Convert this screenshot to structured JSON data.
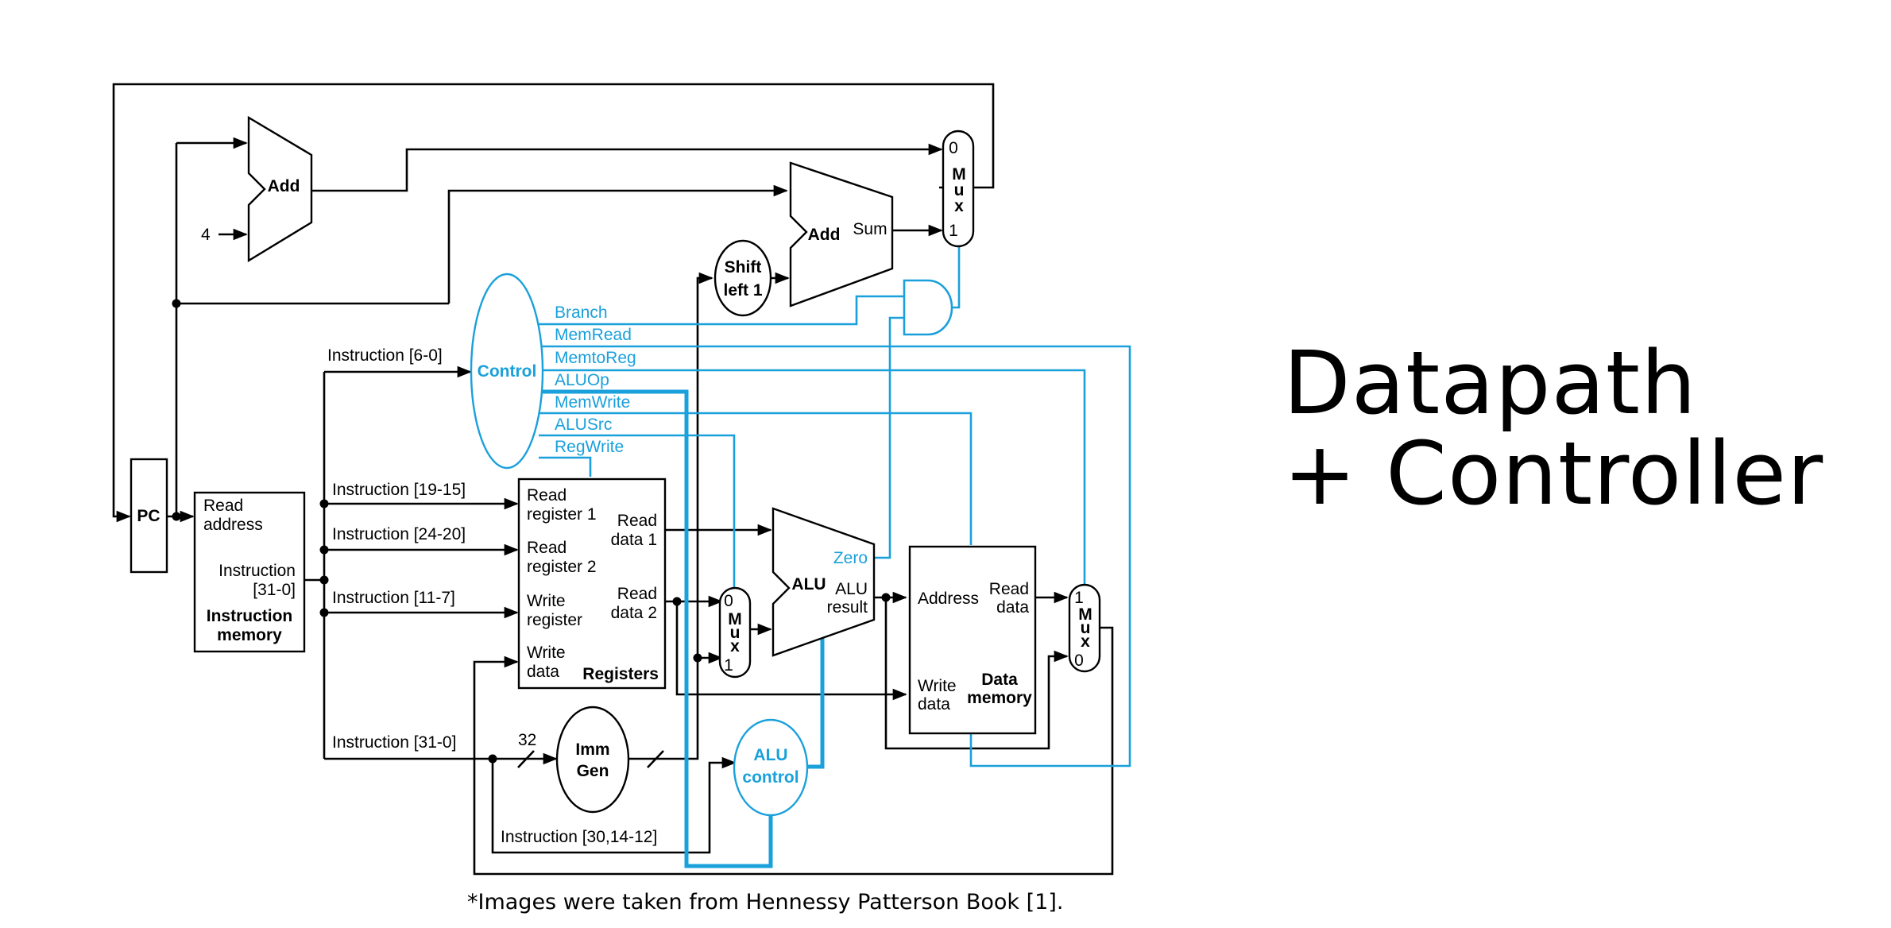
{
  "slide": {
    "title_line1": "Datapath",
    "title_line2": "+ Controller",
    "caption": "*Images were taken from Hennessy Patterson Book [1]."
  },
  "colors": {
    "control_signal": "#1aa0db",
    "datapath": "#000000",
    "background": "#ffffff"
  },
  "diagram": {
    "pc": "PC",
    "pc_adder": {
      "label": "Add",
      "constant": "4"
    },
    "branch_adder": {
      "label": "Add",
      "output": "Sum"
    },
    "shift_left": [
      "Shift",
      "left 1"
    ],
    "pc_mux": {
      "in0": "0",
      "letters": [
        "M",
        "u",
        "x"
      ],
      "in1": "1"
    },
    "control": "Control",
    "control_signals": [
      "Branch",
      "MemRead",
      "MemtoReg",
      "ALUOp",
      "MemWrite",
      "ALUSrc",
      "RegWrite"
    ],
    "instruction_fields": {
      "opcode": "Instruction [6-0]",
      "rs1": "Instruction [19-15]",
      "rs2": "Instruction [24-20]",
      "rd": "Instruction [11-7]",
      "full": "Instruction [31-0]",
      "funct": "Instruction [30,14-12]"
    },
    "instruction_memory": {
      "read_address": [
        "Read",
        "address"
      ],
      "instruction": [
        "Instruction",
        "[31-0]"
      ],
      "name": [
        "Instruction",
        "memory"
      ]
    },
    "registers": {
      "read_register_1": [
        "Read",
        "register 1"
      ],
      "read_register_2": [
        "Read",
        "register 2"
      ],
      "write_register": [
        "Write",
        "register"
      ],
      "write_data": [
        "Write",
        "data"
      ],
      "read_data_1": [
        "Read",
        "data 1"
      ],
      "read_data_2": [
        "Read",
        "data 2"
      ],
      "name": "Registers"
    },
    "alu_src_mux": {
      "in0": "0",
      "letters": [
        "M",
        "u",
        "x"
      ],
      "in1": "1"
    },
    "alu": {
      "label": "ALU",
      "zero": "Zero",
      "result": [
        "ALU",
        "result"
      ]
    },
    "alu_control": [
      "ALU",
      "control"
    ],
    "imm_gen": {
      "label": [
        "Imm",
        "Gen"
      ],
      "width": "32"
    },
    "data_memory": {
      "address": "Address",
      "read_data": [
        "Read",
        "data"
      ],
      "write_data": [
        "Write",
        "data"
      ],
      "name": [
        "Data",
        "memory"
      ]
    },
    "writeback_mux": {
      "in1": "1",
      "letters": [
        "M",
        "u",
        "x"
      ],
      "in0": "0"
    }
  }
}
